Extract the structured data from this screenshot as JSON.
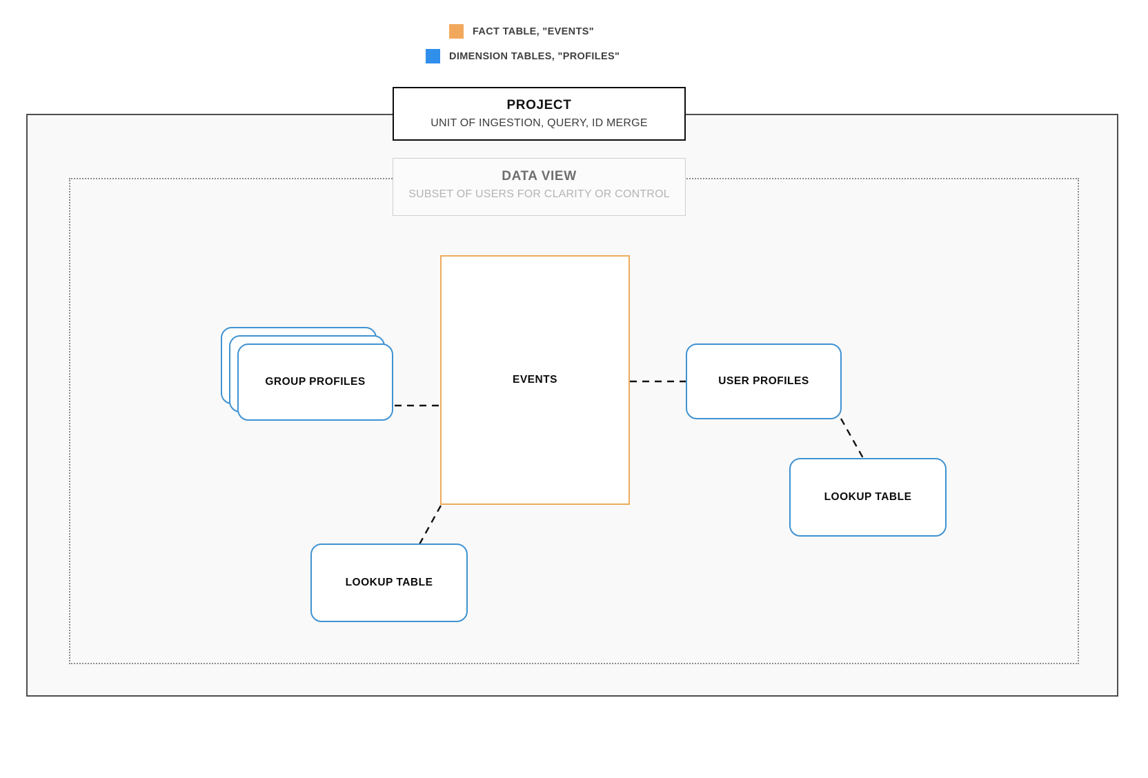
{
  "legend": {
    "items": [
      {
        "label": "FACT TABLE, \"EVENTS\"",
        "color": "#f2a85c",
        "swatch_name": "fact-table-swatch"
      },
      {
        "label": "DIMENSION TABLES, \"PROFILES\"",
        "color": "#2f8fea",
        "swatch_name": "dimension-tables-swatch"
      }
    ]
  },
  "frames": {
    "project": {
      "title": "PROJECT",
      "subtitle": "UNIT OF INGESTION, QUERY, ID MERGE",
      "border_color": "#0d0d0d",
      "fill_color": "#f9f9f9"
    },
    "data_view": {
      "title": "DATA VIEW",
      "subtitle": "SUBSET OF USERS FOR CLARITY OR CONTROL",
      "border_color": "#cfcfcf",
      "dotted_border_color": "#8a8a8a"
    }
  },
  "nodes": {
    "events": {
      "label": "EVENTS",
      "color": "#edab5c",
      "type": "fact-table"
    },
    "group_profiles": {
      "label": "GROUP PROFILES",
      "color": "#3f92d2",
      "type": "dimension-table-stack",
      "stack_count": 3
    },
    "user_profiles": {
      "label": "USER PROFILES",
      "color": "#3f92d2",
      "type": "dimension-table"
    },
    "lookup_left": {
      "label": "LOOKUP TABLE",
      "color": "#3f92d2",
      "type": "lookup-table"
    },
    "lookup_right": {
      "label": "LOOKUP TABLE",
      "color": "#3f92d2",
      "type": "lookup-table"
    }
  },
  "connections": [
    {
      "from": "group_profiles",
      "to": "events",
      "style": "dashed"
    },
    {
      "from": "events",
      "to": "user_profiles",
      "style": "dashed"
    },
    {
      "from": "events",
      "to": "lookup_left",
      "style": "dashed"
    },
    {
      "from": "user_profiles",
      "to": "lookup_right",
      "style": "dashed"
    }
  ]
}
